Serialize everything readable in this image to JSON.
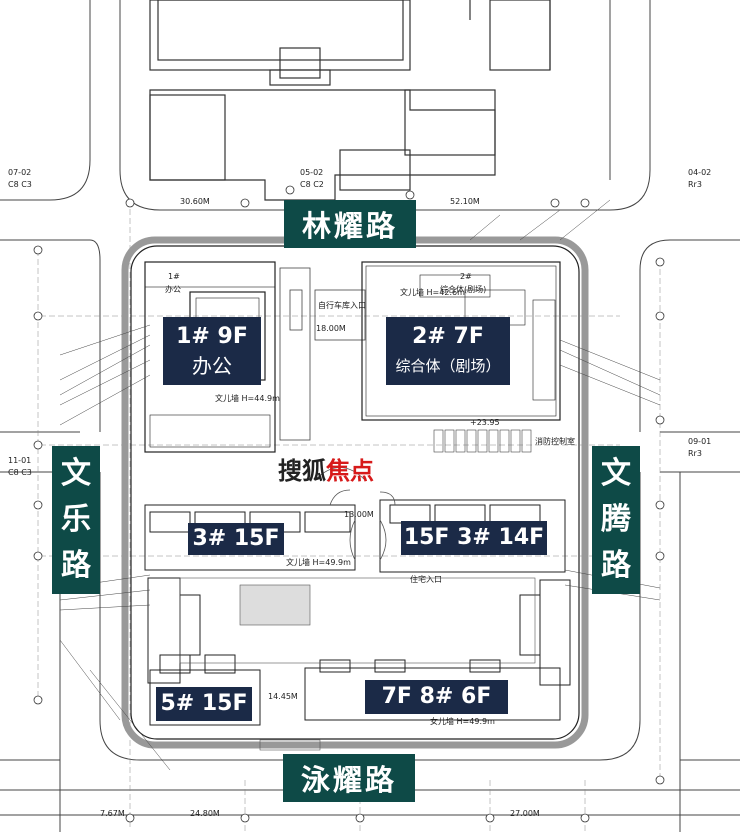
{
  "roads": {
    "north": "林耀路",
    "south": "泳耀路",
    "west": [
      "文",
      "乐",
      "路"
    ],
    "east": [
      "文",
      "腾",
      "路"
    ]
  },
  "buildings": [
    {
      "id": "b1",
      "line1": "1# 9F",
      "line2": "办公"
    },
    {
      "id": "b2",
      "line1": "2# 7F",
      "line2": "综合体（剧场）"
    },
    {
      "id": "b3",
      "line1": "3# 15F",
      "line2": ""
    },
    {
      "id": "b4",
      "line1": "15F 3# 14F",
      "line2": ""
    },
    {
      "id": "b5",
      "line1": "5# 15F",
      "line2": ""
    },
    {
      "id": "b6",
      "line1": "7F 8# 6F",
      "line2": ""
    }
  ],
  "watermark": {
    "part1": "搜狐",
    "part2": "焦点"
  },
  "plot_codes": {
    "top_left": "07-02",
    "top_left_sub": "C8 C3",
    "top_mid": "05-02",
    "top_mid_sub": "C8 C2",
    "top_right": "04-02",
    "top_right_sub": "Rr3",
    "mid_left": "11-01",
    "mid_left_sub": "C8 C3",
    "mid_right": "09-01",
    "mid_right_sub": "Rr3"
  },
  "annotations": {
    "b1_small": "1#",
    "b1_small2": "办公",
    "b2_small": "2#",
    "b2_small2": "综合体(剧场)",
    "dim_30": "30.60M",
    "dim_52": "52.10M",
    "dim_18": "18.00M",
    "dim_13": "13.00M",
    "dim_24": "24.80M",
    "dim_27": "27.00M",
    "dim_14": "14.45M",
    "dim_7": "7.67M",
    "h_b1": "文儿墙 H=44.9m",
    "h_b2": "文儿墙 H=42.6m",
    "h_b3": "文儿墙 H=49.9m",
    "h_b6": "女儿墙 H=49.9m",
    "h_2395": "+23.95",
    "entrance": "住宅入口",
    "entrance2": "自行车库入口",
    "fire": "消防控制室"
  }
}
